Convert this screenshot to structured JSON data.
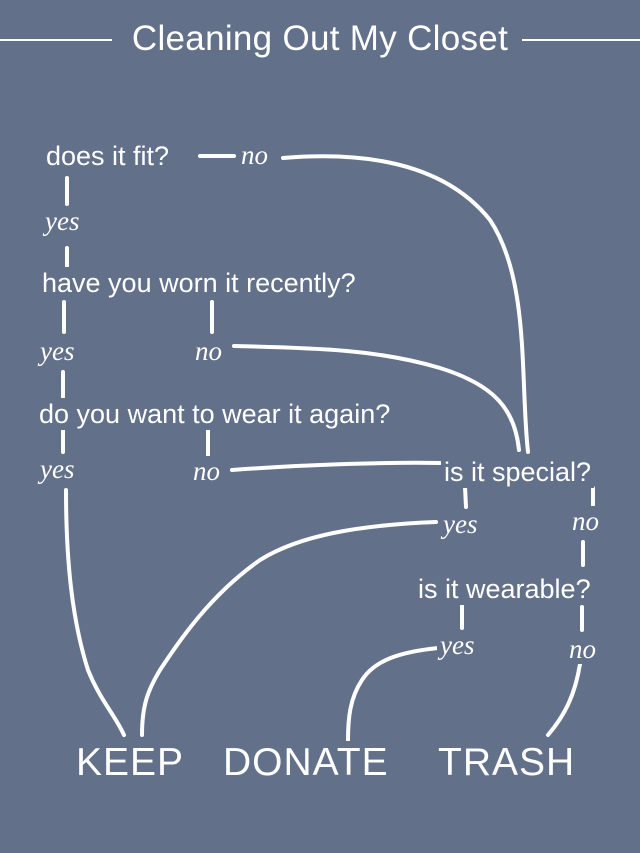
{
  "title": "Cleaning Out My Closet",
  "questions": {
    "fit": "does it fit?",
    "worn": "have you worn it recently?",
    "want": "do you want to wear it again?",
    "special": "is it special?",
    "wearable": "is it wearable?"
  },
  "answers": {
    "fit_no": "no",
    "fit_yes": "yes",
    "worn_yes": "yes",
    "worn_no": "no",
    "want_yes": "yes",
    "want_no": "no",
    "special_yes": "yes",
    "special_no": "no",
    "wearable_yes": "yes",
    "wearable_no": "no"
  },
  "outcomes": {
    "keep": "KEEP",
    "donate": "DONATE",
    "trash": "TRASH"
  },
  "colors": {
    "background": "#627089",
    "ink": "#ffffff"
  }
}
